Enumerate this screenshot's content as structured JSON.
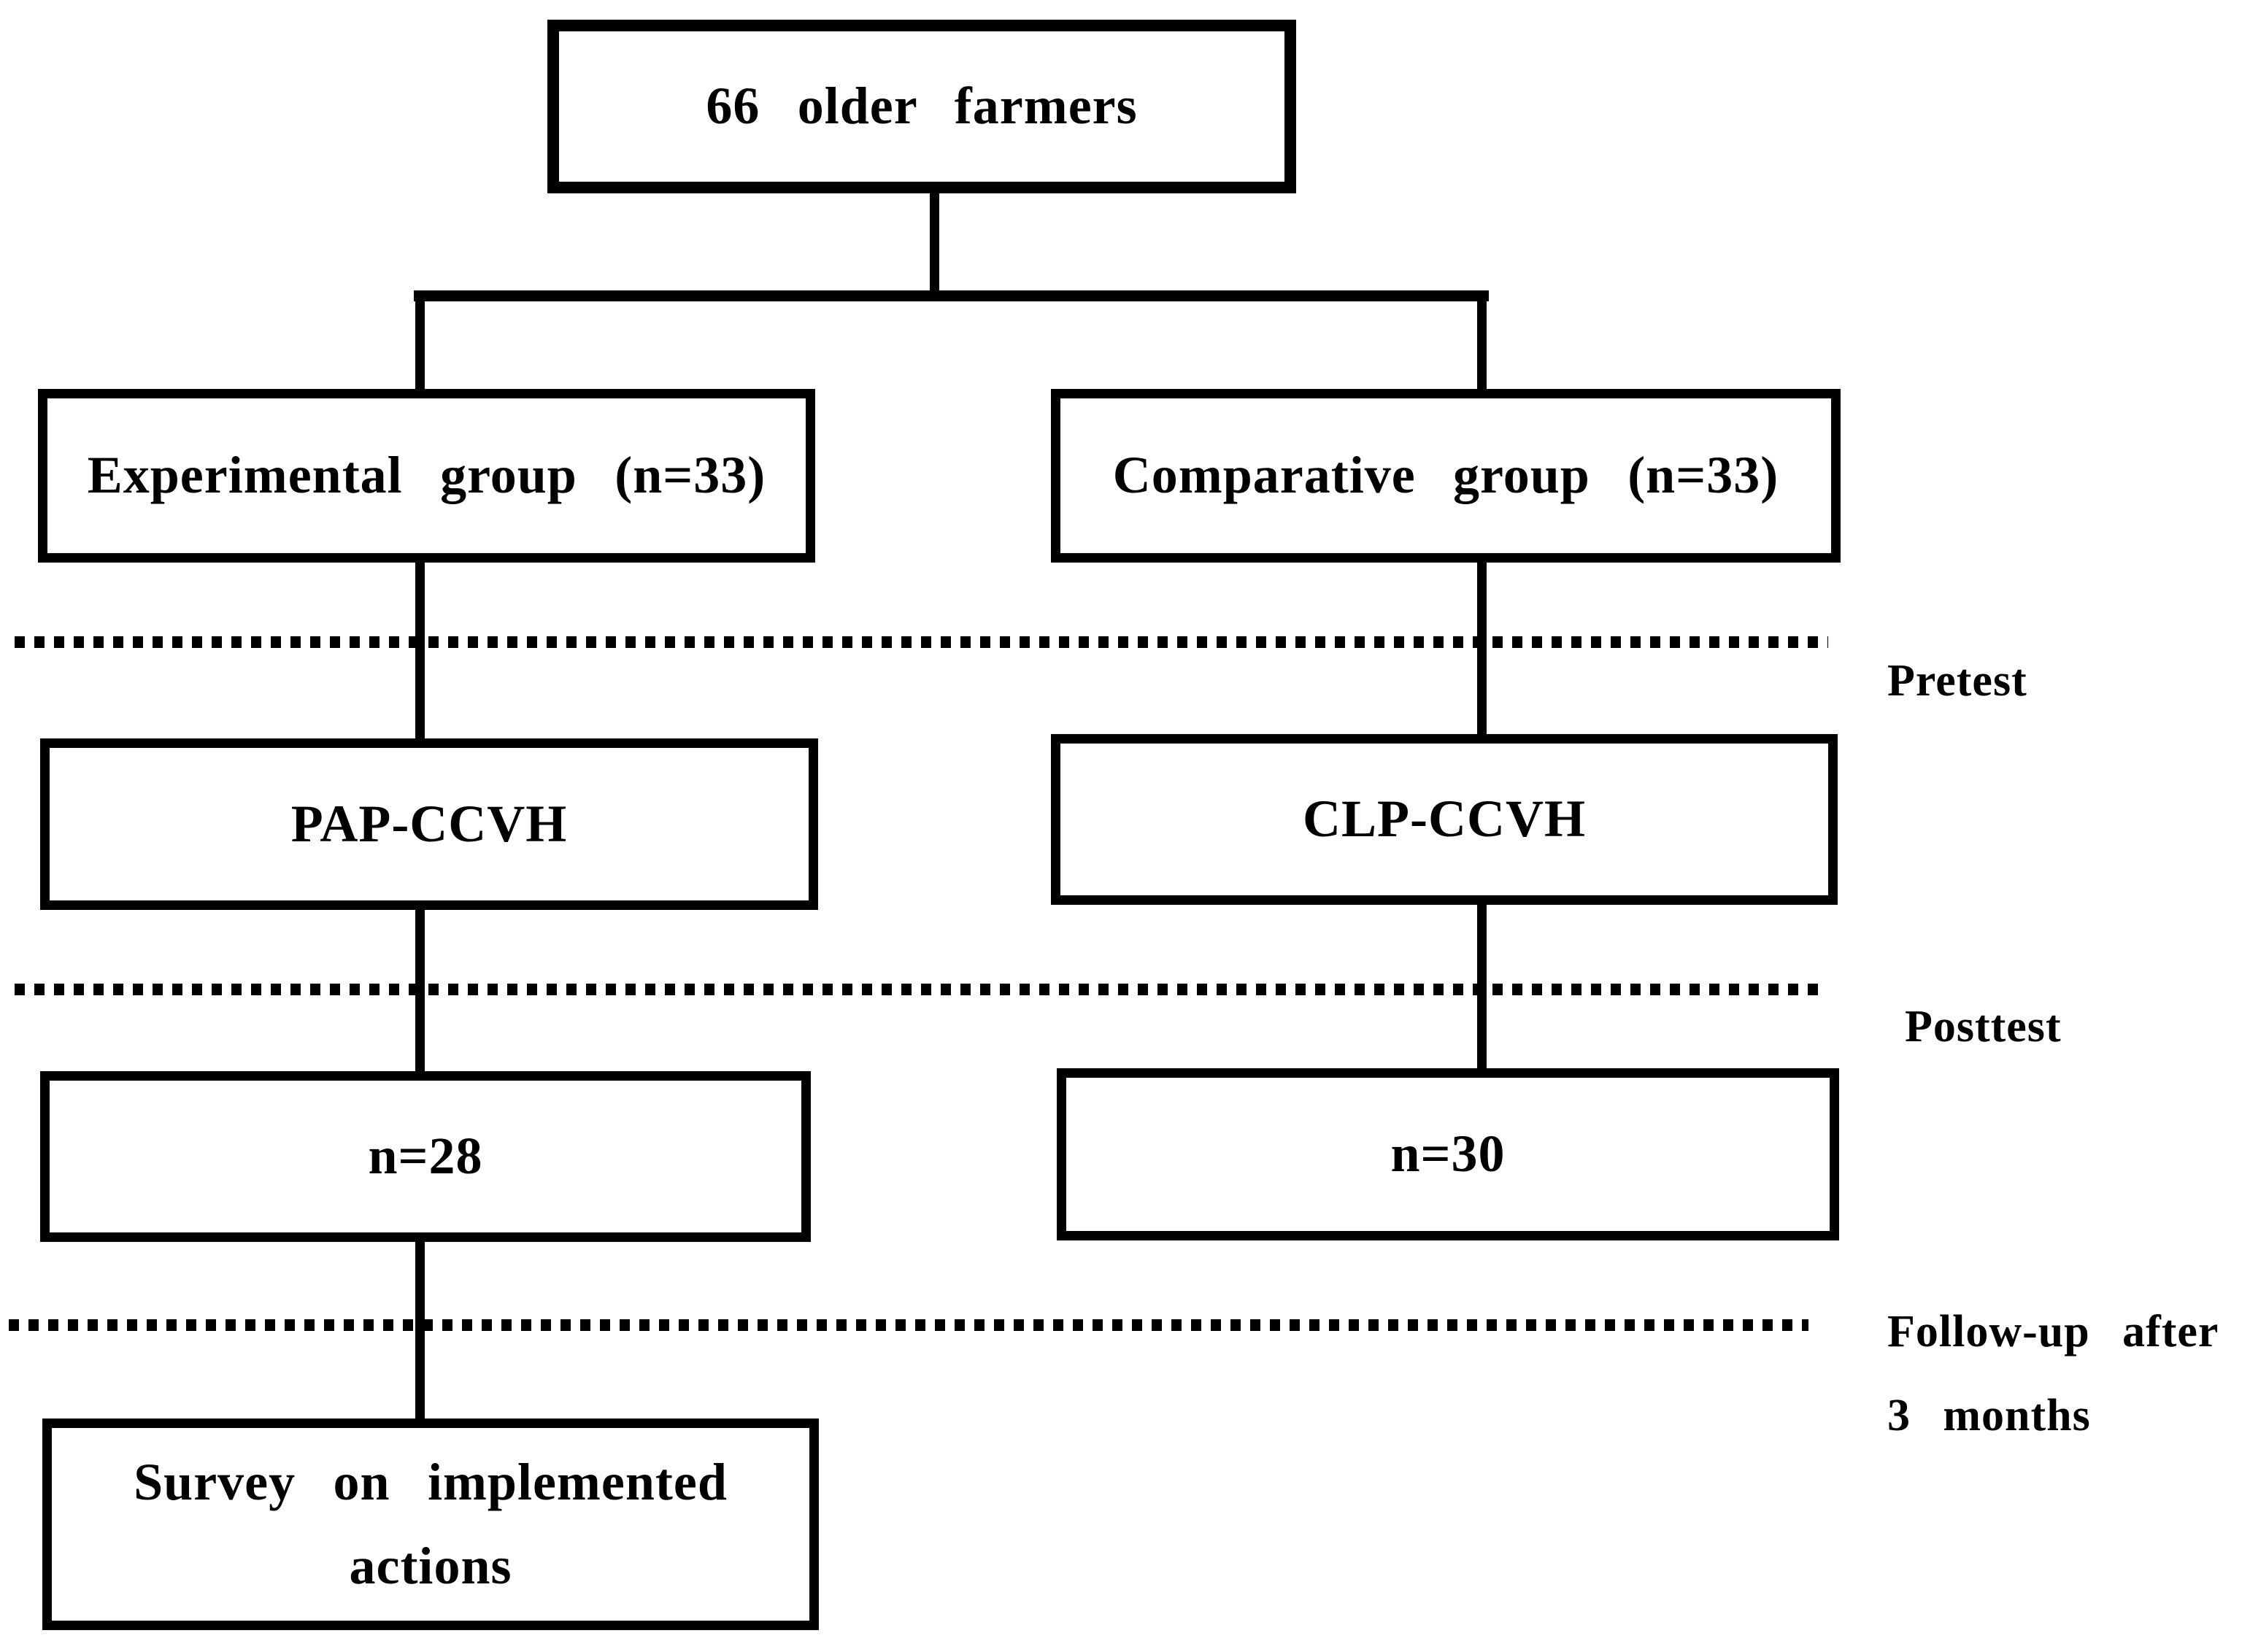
{
  "colors": {
    "background": "#ffffff",
    "ink": "#000000"
  },
  "nodes": {
    "total": "66 older farmers",
    "experimental": "Experimental group (n=33)",
    "comparative": "Comparative group (n=33)",
    "experimental_intervention": "PAP-CCVH",
    "comparative_intervention": "CLP-CCVH",
    "experimental_followup_n": "n=28",
    "comparative_followup_n": "n=30",
    "survey_line1": "Survey on implemented",
    "survey_line2": "actions"
  },
  "phases": {
    "pretest": "Pretest",
    "posttest": "Posttest",
    "followup_line1": "Follow-up after",
    "followup_line2": "3 months"
  }
}
